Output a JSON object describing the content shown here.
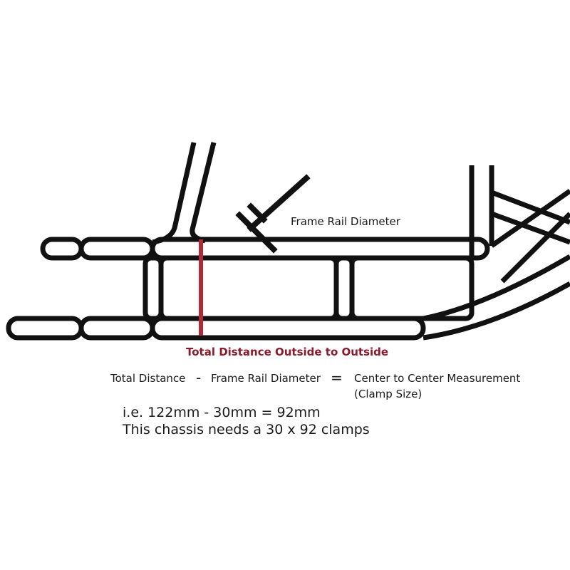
{
  "labels": {
    "frame_rail_diameter": "Frame Rail Diameter",
    "total_distance": "Total Distance Outside to Outside"
  },
  "equation": {
    "term1": "Total Distance",
    "op1": "-",
    "term2": "Frame Rail Diameter",
    "op2": "=",
    "result": "Center to Center Measurement",
    "result_note": "(Clamp Size)"
  },
  "example": {
    "line1": "i.e. 122mm - 30mm = 92mm",
    "line2": "This chassis needs a 30 x 92 clamps"
  },
  "colors": {
    "frame": "#111111",
    "measure": "#b02a37",
    "total_label": "#8b1a2b"
  }
}
